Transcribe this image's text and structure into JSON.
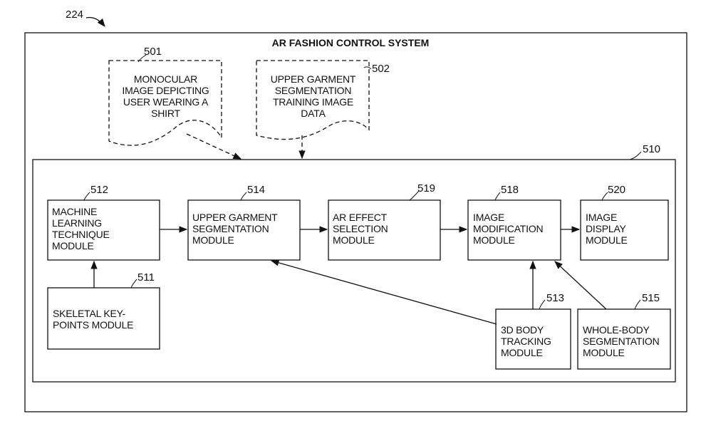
{
  "figure_ref": "224",
  "system": {
    "title": "AR FASHION CONTROL SYSTEM"
  },
  "inputs": [
    {
      "ref": "501",
      "text": "MONOCULAR\nIMAGE DEPICTING\nUSER WEARING A\nSHIRT"
    },
    {
      "ref": "502",
      "text": "UPPER GARMENT\nSEGMENTATION\nTRAINING IMAGE\nDATA"
    }
  ],
  "container": {
    "ref": "510"
  },
  "modules": {
    "m512": {
      "ref": "512",
      "text": "MACHINE\nLEARNING\nTECHNIQUE\nMODULE"
    },
    "m514": {
      "ref": "514",
      "text": "UPPER GARMENT\nSEGMENTATION\nMODULE"
    },
    "m519": {
      "ref": "519",
      "text": "AR EFFECT\nSELECTION\nMODULE"
    },
    "m518": {
      "ref": "518",
      "text": "IMAGE\nMODIFICATION\nMODULE"
    },
    "m520": {
      "ref": "520",
      "text": "IMAGE\nDISPLAY\nMODULE"
    },
    "m511": {
      "ref": "511",
      "text": "SKELETAL KEY-\nPOINTS MODULE"
    },
    "m513": {
      "ref": "513",
      "text": "3D BODY\nTRACKING\nMODULE"
    },
    "m515": {
      "ref": "515",
      "text": "WHOLE-BODY\nSEGMENTATION\nMODULE"
    }
  }
}
